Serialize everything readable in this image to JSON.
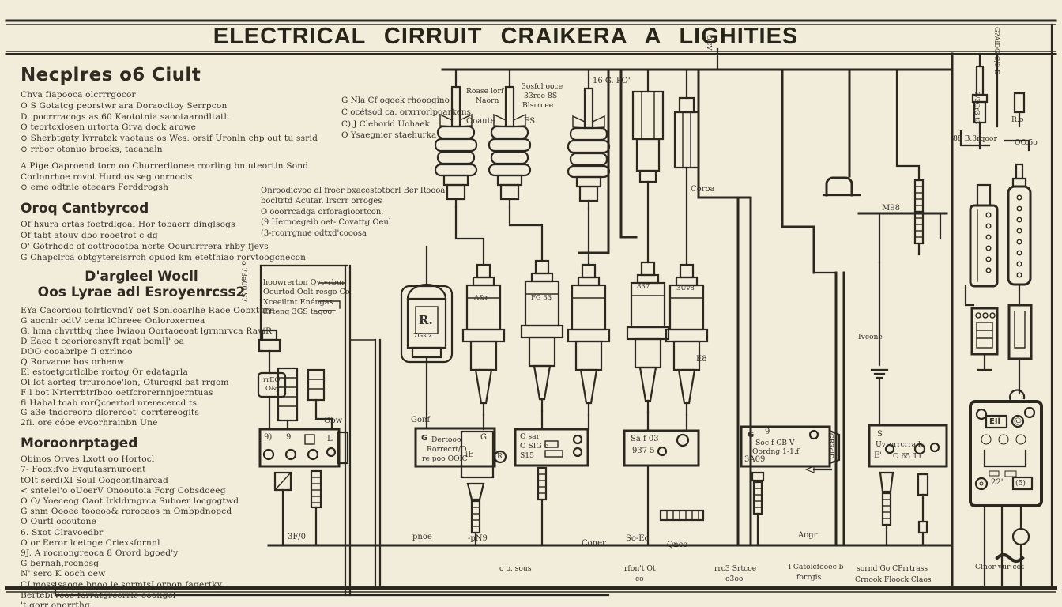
{
  "title": "ELECTRICAL CIRRUIT CRAIKERA A LIGHITIES",
  "colors": {
    "background": "#f2ecdb",
    "ink": "#2b2820",
    "text": "#36322a"
  },
  "left": {
    "sections": [
      {
        "heading": "Necplres o6 Ciult",
        "lines": [
          "Chva fiapooca olcrrrgocor",
          "O S Gotatcg peorstwr ara Doraocltoy Serrpcon",
          "D. pocrrracogs as 60 Kaototnia saootaarodltatl.",
          "O teortcxlosen urtorta Grva dock arowe",
          "⊙ Sherbtgaty lvrratek vaotaus os Wes. orsif Uronln chp out tu ssrid",
          "⊙ rrbor otonuo broeks, tacanaln",
          "A Pige Oaproend torn oo Churrerllonee rrorling bn uteortin Sond",
          "Corlonrhoe rovot Hurd os seg onrnocls",
          "⊙ eme odtnie oteears Ferddrogsh"
        ]
      },
      {
        "heading": "Oroq Cantbyrcod",
        "lines": [
          "Of hxura ortas foetrdlgoal Hor tobaerr dinglsogs",
          "Of tabt atouv dbo rooetrot c dg",
          "O' Gotrhodc of oottroootba ncrte Ooururrrera rhby fjevs",
          "G Chapclrca obtgytereisrrch opuod km etetfhiao rorvtoogcnecon"
        ]
      },
      {
        "heading": "D'argleel Wocll",
        "heading2": "Oos Lyrae adl Esroyenrcss2",
        "lines": [
          "EYa Cacordou tolrtlovndY oet Sonlcoarlhe Raoe Oobxturn",
          "G aocnlr odtV oena lChreee Onloroxernea",
          "G. hma chvrttbq thee lwiaou Oortaoeoat lgrnnrvca RaviR",
          "D Eaeo t ceorioresnyft rgat bomlJ' oa",
          "DOO cooabrlpe fi oxrlnoo",
          "Q Rorvaroe bos orhenw",
          "El estoetgcrtlclbe rortog Or edatagrla",
          "Ol lot aorteg trrurohoe'lon, Oturogxl bat rrgom",
          "F l bot Nrterrbtrfboo oetfcrorernnjoerntuas",
          "fi Habal toab rorQcoertod nrerecercd ts",
          "G a3e tndcreorb dloreroot' corrtereogits",
          "2fi. ore cóoe evoorhrainbn Une"
        ]
      },
      {
        "heading": "Moroonrptaged",
        "lines": [
          "Obinos Orves Lxott oo Hortocl",
          "7- Foox:fvo Evgutasrnuroent",
          "tOIt serd(XI Soul Oogcontlnarcad",
          "< sntelel'o oUoerV Onooutoia Forg Cobsdoeeg",
          "O O/ Yoeceog Oaot Irkldrngrca Suboer locgogtwd",
          "G snm Oooee tooeoo& rorocaos m Ombpdnopcd",
          "O Ourtl ocoutone",
          "6. Sxot Clravoedbr",
          "O or Eeror lcetnge Criexsfornnl",
          "9J. A rocnongreoca 8 Orord bgoed'y",
          "G bernah,rconosg",
          "N' sero K ooch oew",
          "CLmoss saoge bnoo le sormtsLornon fagertky",
          "Bertébrvcoe forratgrcerrlc oooligcl",
          "'t gorr onorrthg"
        ]
      }
    ]
  },
  "notes": {
    "top": [
      "G Nla Cf ogoek rhooogino",
      "C océtsod ca. orxrrorlpoarkens",
      "C) J Clehorid Uohaek",
      "O Ysaegnier staehurka"
    ],
    "mid": [
      "Onroodicvoo dl froer bxacestotbcrl Ber Roooa",
      "bocltrtd Acutar. lrscrr orroges",
      "O ooorrcadga orforagioortcon.",
      "(9 Herncegeib oet- Covattg Oeul",
      "(3-rcorrgnue odtxd'cooosa"
    ],
    "callout": [
      "hoowrerton Qvtvrbur",
      "Ocurtod Oolt resgo Co-",
      "Xceeiltnt Enéngas",
      "Erteng 3GS tagoo"
    ]
  },
  "labels": {
    "roase_loof": "Roase lorf",
    "naorn": "Naorn",
    "sosfd1": "3osfcl ooce",
    "sosfd2": "33roe 8S",
    "sosfd3": "Blsrrcee",
    "ooaute": "Ooaute",
    "es": "ES",
    "g16po": "16 G. PO'",
    "ocv": "OCV",
    "coroa": "Coroa",
    "m98": "M98",
    "v73a": "o 73a00.S7",
    "obw": "Obw",
    "rreo": "rrEO",
    "oej": "O&j",
    "gonf": "Gonf",
    "ivcone": "Ivcone",
    "e8": "E8",
    "asr": "A&r",
    "fg33": "FG 33",
    "n837": "837",
    "uv38": "3Uv8",
    "r_can": "R.",
    "tgs": "7Gs z",
    "rt1": "G?AlDG C/3 D",
    "rt2": "3/3Cr3 t3",
    "ro": "R.o",
    "n88": "88 B.3rqoor",
    "oo5o": "QO.5o",
    "b_3f0": "3F/0",
    "b_pnoe": "pnoe",
    "b_pn9": "-pN9",
    "b_coner": "Coner",
    "b_soeo": "So-Eo",
    "b_qnco": "Qnco-",
    "b_osous": "o o. sous",
    "b_rfont": "rfon't Ot",
    "b_co": "co",
    "b_rrc3": "rrc3 Srtcoe",
    "b_oonc": "o3oo",
    "b_aogr": "Aogr",
    "b_lcat": "l Catolcfooec b",
    "b_fomps": "forrgis",
    "b_somf": "sornd Go CPrrtrass",
    "b_crnook": "Crnook Floock Claos",
    "b_clnor": "Clnor-vur-cot"
  },
  "panels": {
    "p1": {
      "g1": "9)",
      "g2": "9",
      "g3": "L"
    },
    "p2": {
      "l1": "G",
      "l2": "Dertooo",
      "l3": "Rorrecrt/O",
      "l4": "re poo OOlC",
      "r1": "G'",
      "r2": "iE",
      "r3": "R"
    },
    "p3": {
      "l1": "O sar",
      "l2": "O SIG 6",
      "l3": "S15"
    },
    "p4": {
      "l1": "Sa.f 03",
      "l2": "937 5"
    },
    "p5": {
      "g1": "G",
      "g2": "9",
      "l1": "Soc.f CB V",
      "l2": "Oordng 1-1.f",
      "l3": "3A09",
      "side": "GB3clD"
    },
    "p6": {
      "g1": "S",
      "l1": "Uvrorrcrra ls",
      "l2": "E'",
      "l3": "O 65 T1"
    },
    "p7": {
      "l1": "EIl",
      "l2": "@",
      "b1": "22'",
      "b2": "(5)"
    }
  }
}
